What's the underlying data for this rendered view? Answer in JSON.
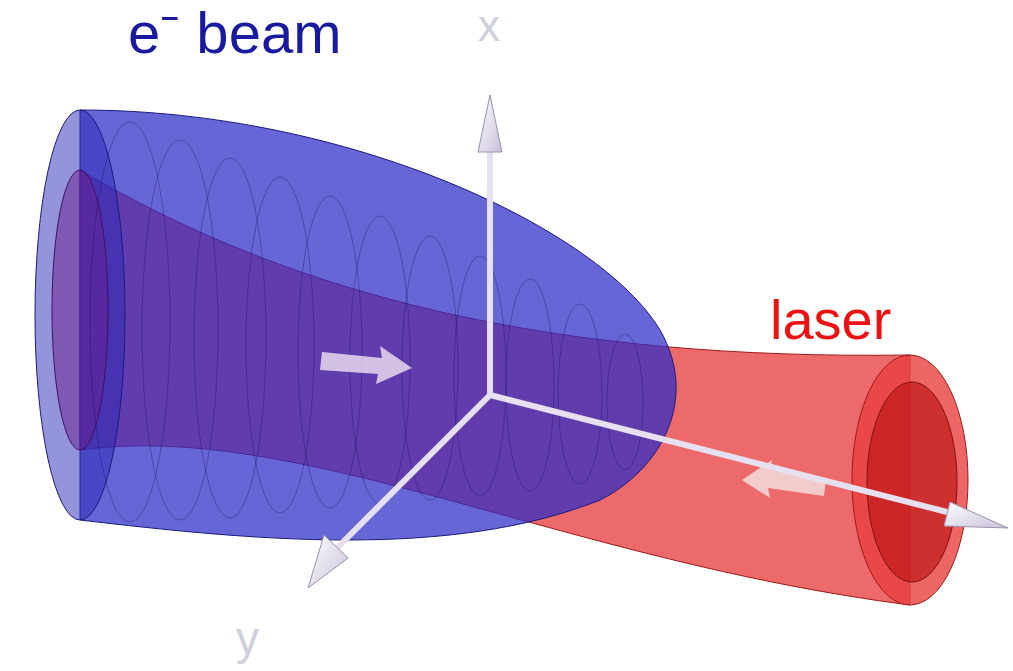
{
  "diagram": {
    "labels": [
      "e⁻ beam",
      "x",
      "laser",
      "y"
    ]
  }
}
